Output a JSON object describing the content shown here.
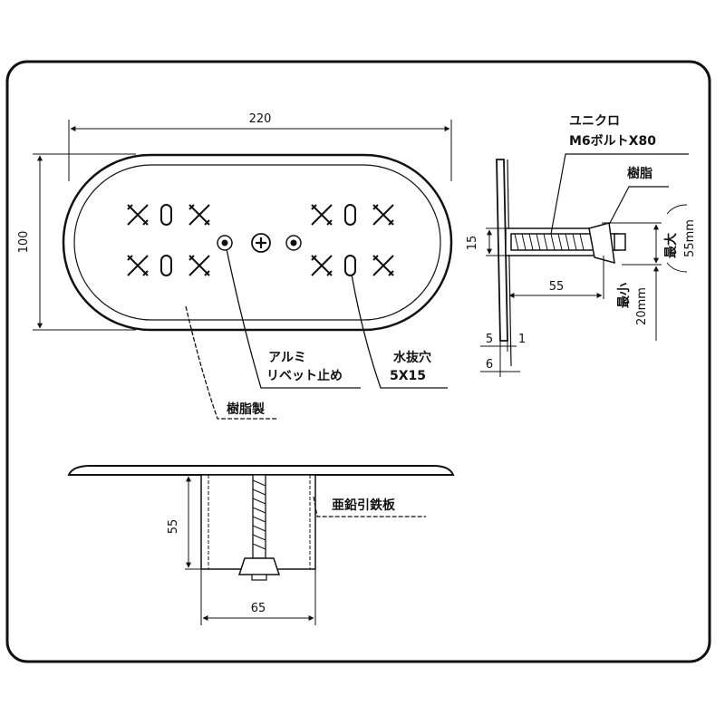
{
  "top_view": {
    "width_dim": "220",
    "height_dim": "100"
  },
  "callouts": {
    "rivet_line1": "アルミ",
    "rivet_line2": "リベット止め",
    "drain_line1": "水抜穴",
    "drain_line2": "5X15",
    "body_material": "樹脂製"
  },
  "side_view": {
    "bolt_line1": "ユニクロ",
    "bolt_line2": "M6ボルトX80",
    "washer_material": "樹脂",
    "thickness_dim": "15",
    "length_dim": "55",
    "max_label": "最大",
    "max_value": "55mm",
    "min_label": "最小",
    "min_value": "20mm",
    "small_dim_a": "5",
    "small_dim_b": "1",
    "small_dim_c": "6"
  },
  "bottom_view": {
    "depth_dim": "55",
    "width_dim": "65",
    "plate_label": "亜鉛引鉄板"
  }
}
